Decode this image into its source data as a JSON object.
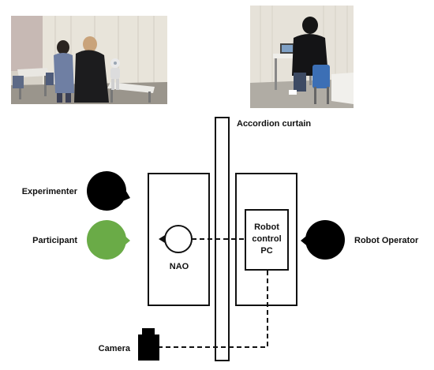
{
  "photos": {
    "left_description_colors": {
      "wall": "#d9d4cb",
      "floor": "#8f8a82",
      "curtain": "#e7e2d8"
    },
    "right_description_colors": {
      "wall": "#dcd8cf",
      "floor": "#a8a49c",
      "curtain": "#ebe7df"
    }
  },
  "labels": {
    "curtain": "Accordion curtain",
    "experimenter": "Experimenter",
    "participant": "Participant",
    "operator": "Robot Operator",
    "nao": "NAO",
    "pc_line1": "Robot",
    "pc_line2": "control",
    "pc_line3": "PC",
    "camera": "Camera"
  },
  "colors": {
    "participant": "#6aab47",
    "person_dark": "#000000",
    "line": "#111111"
  }
}
